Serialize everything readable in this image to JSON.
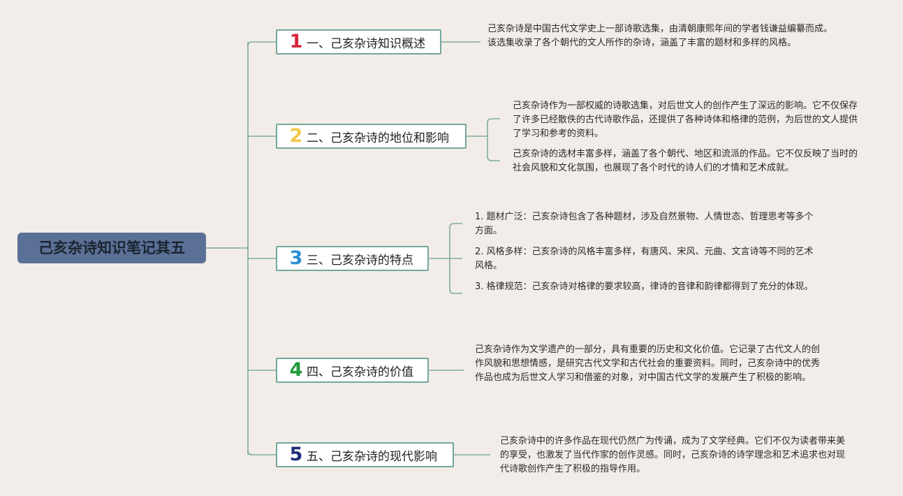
{
  "root": {
    "title": "己亥杂诗知识笔记其五"
  },
  "colors": {
    "line": "#7fab9f",
    "root_bg": "#5b7097",
    "branch_border": "#74a79b"
  },
  "branches": [
    {
      "number": "1",
      "number_color": "#d7263d",
      "label": "一、己亥杂诗知识概述",
      "notes": [
        "己亥杂诗是中国古代文学史上一部诗歌选集，由清朝康熙年间的学者钱谦益编纂而成。该选集收录了各个朝代的文人所作的杂诗，涵盖了丰富的题材和多样的风格。"
      ]
    },
    {
      "number": "2",
      "number_color": "#f2c94c",
      "label": "二、己亥杂诗的地位和影响",
      "notes": [
        "己亥杂诗作为一部权威的诗歌选集，对后世文人的创作产生了深远的影响。它不仅保存了许多已经散佚的古代诗歌作品，还提供了各种诗体和格律的范例，为后世的文人提供了学习和参考的资料。",
        "己亥杂诗的选材丰富多样，涵盖了各个朝代、地区和流派的作品。它不仅反映了当时的社会风貌和文化氛围，也展现了各个时代的诗人们的才情和艺术成就。"
      ]
    },
    {
      "number": "3",
      "number_color": "#2b8fd6",
      "label": "三、己亥杂诗的特点",
      "notes": [
        "1. 题材广泛：己亥杂诗包含了各种题材，涉及自然景物、人情世态、哲理思考等多个方面。",
        "2. 风格多样：己亥杂诗的风格丰富多样，有唐风、宋风、元曲、文言诗等不同的艺术风格。",
        "3. 格律规范：己亥杂诗对格律的要求较高，律诗的音律和韵律都得到了充分的体现。"
      ]
    },
    {
      "number": "4",
      "number_color": "#1f9a3a",
      "label": "四、己亥杂诗的价值",
      "notes": [
        "己亥杂诗作为文学遗产的一部分，具有重要的历史和文化价值。它记录了古代文人的创作风貌和思想情感，是研究古代文学和古代社会的重要资料。同时，己亥杂诗中的优秀作品也成为后世文人学习和借鉴的对象，对中国古代文学的发展产生了积极的影响。"
      ]
    },
    {
      "number": "5",
      "number_color": "#1f2f7a",
      "label": "五、己亥杂诗的现代影响",
      "notes": [
        "己亥杂诗中的许多作品在现代仍然广为传诵，成为了文学经典。它们不仅为读者带来美的享受，也激发了当代作家的创作灵感。同时，己亥杂诗的诗学理念和艺术追求也对现代诗歌创作产生了积极的指导作用。"
      ]
    }
  ]
}
